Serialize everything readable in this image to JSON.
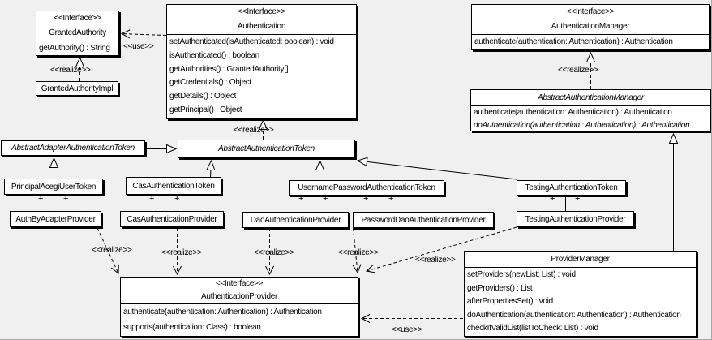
{
  "diagram": {
    "background": "#f0f0f0",
    "box_fill": "#ffffff",
    "line_color": "#000000",
    "shadow_color": "#000000"
  },
  "labels": {
    "use": "<<use>>",
    "realize": "<<realize>>",
    "plus": "+"
  },
  "classes": {
    "granted_authority": {
      "stereotype": "<<Interface>>",
      "name": "GrantedAuthority",
      "methods": [
        "getAuthority() : String"
      ]
    },
    "granted_authority_impl": {
      "name": "GrantedAuthorityImpl"
    },
    "authentication": {
      "stereotype": "<<Interface>>",
      "name": "Authentication",
      "methods": [
        "setAuthenticated(isAuthenticated: boolean) : void",
        "isAuthenticated() : boolean",
        "getAuthorities() : GrantedAuthority[]",
        "getCredentials() : Object",
        "getDetails() : Object",
        "getPrincipal() : Object"
      ]
    },
    "authentication_manager": {
      "stereotype": "<<Interface>>",
      "name": "AuthenticationManager",
      "methods": [
        "authenticate(authentication: Authentication) : Authentication"
      ]
    },
    "abstract_authentication_manager": {
      "name": "AbstractAuthenticationManager",
      "methods": [
        "authenticate(authentication: Authentication) : Authentication",
        "doAuthentication(authentication : Authentication) : Authentication"
      ]
    },
    "abstract_adapter_authentication_token": {
      "name": "AbstractAdapterAuthenticationToken"
    },
    "abstract_authentication_token": {
      "name": "AbstractAuthenticationToken"
    },
    "principal_acegi_user_token": {
      "name": "PrincipalAcegiUserToken"
    },
    "cas_authentication_token": {
      "name": "CasAuthenticationToken"
    },
    "username_password_authentication_token": {
      "name": "UsernamePasswordAuthenticationToken"
    },
    "testing_authentication_token": {
      "name": "TestingAuthenticationToken"
    },
    "auth_by_adapter_provider": {
      "name": "AuthByAdapterProvider"
    },
    "cas_authentication_provider": {
      "name": "CasAuthenticationProvider"
    },
    "dao_authentication_provider": {
      "name": "DaoAuthenticationProvider"
    },
    "password_dao_authentication_provider": {
      "name": "PasswordDaoAuthenticationProvider"
    },
    "testing_authentication_provider": {
      "name": "TestingAuthenticationProvider"
    },
    "authentication_provider": {
      "stereotype": "<<Interface>>",
      "name": "AuthenticationProvider",
      "methods": [
        "authenticate(authentication: Authentication) : Authentication",
        "supports(authentication: Class) : boolean"
      ]
    },
    "provider_manager": {
      "name": "ProviderManager",
      "methods": [
        "setProviders(newList: List) : void",
        "getProviders() : List",
        "afterPropertiesSet() : void",
        "doAuthentication(authentication: Authentication) : Authentication",
        "checkIfValidList(listToCheck: List) : void"
      ]
    }
  }
}
